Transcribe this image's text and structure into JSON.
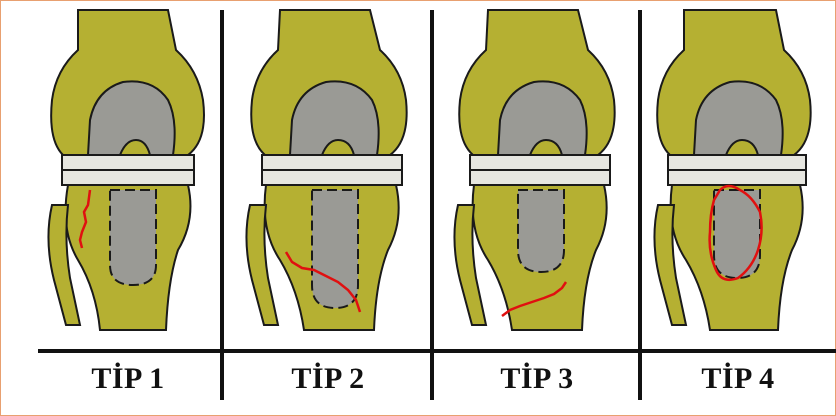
{
  "panels": [
    {
      "label": "TİP 1",
      "fracture": "vertical-lateral"
    },
    {
      "label": "TİP 2",
      "fracture": "oblique-stem-tip"
    },
    {
      "label": "TİP 3",
      "fracture": "below-stem"
    },
    {
      "label": "TİP 4",
      "fracture": "around-stem"
    }
  ],
  "colors": {
    "bone": "#b5b032",
    "bone_light": "#c9c566",
    "implant": "#9a9a95",
    "insert": "#e6e6e0",
    "outline": "#1a1a1a",
    "fracture": "#e01010",
    "frame_border": "#e8a070"
  }
}
